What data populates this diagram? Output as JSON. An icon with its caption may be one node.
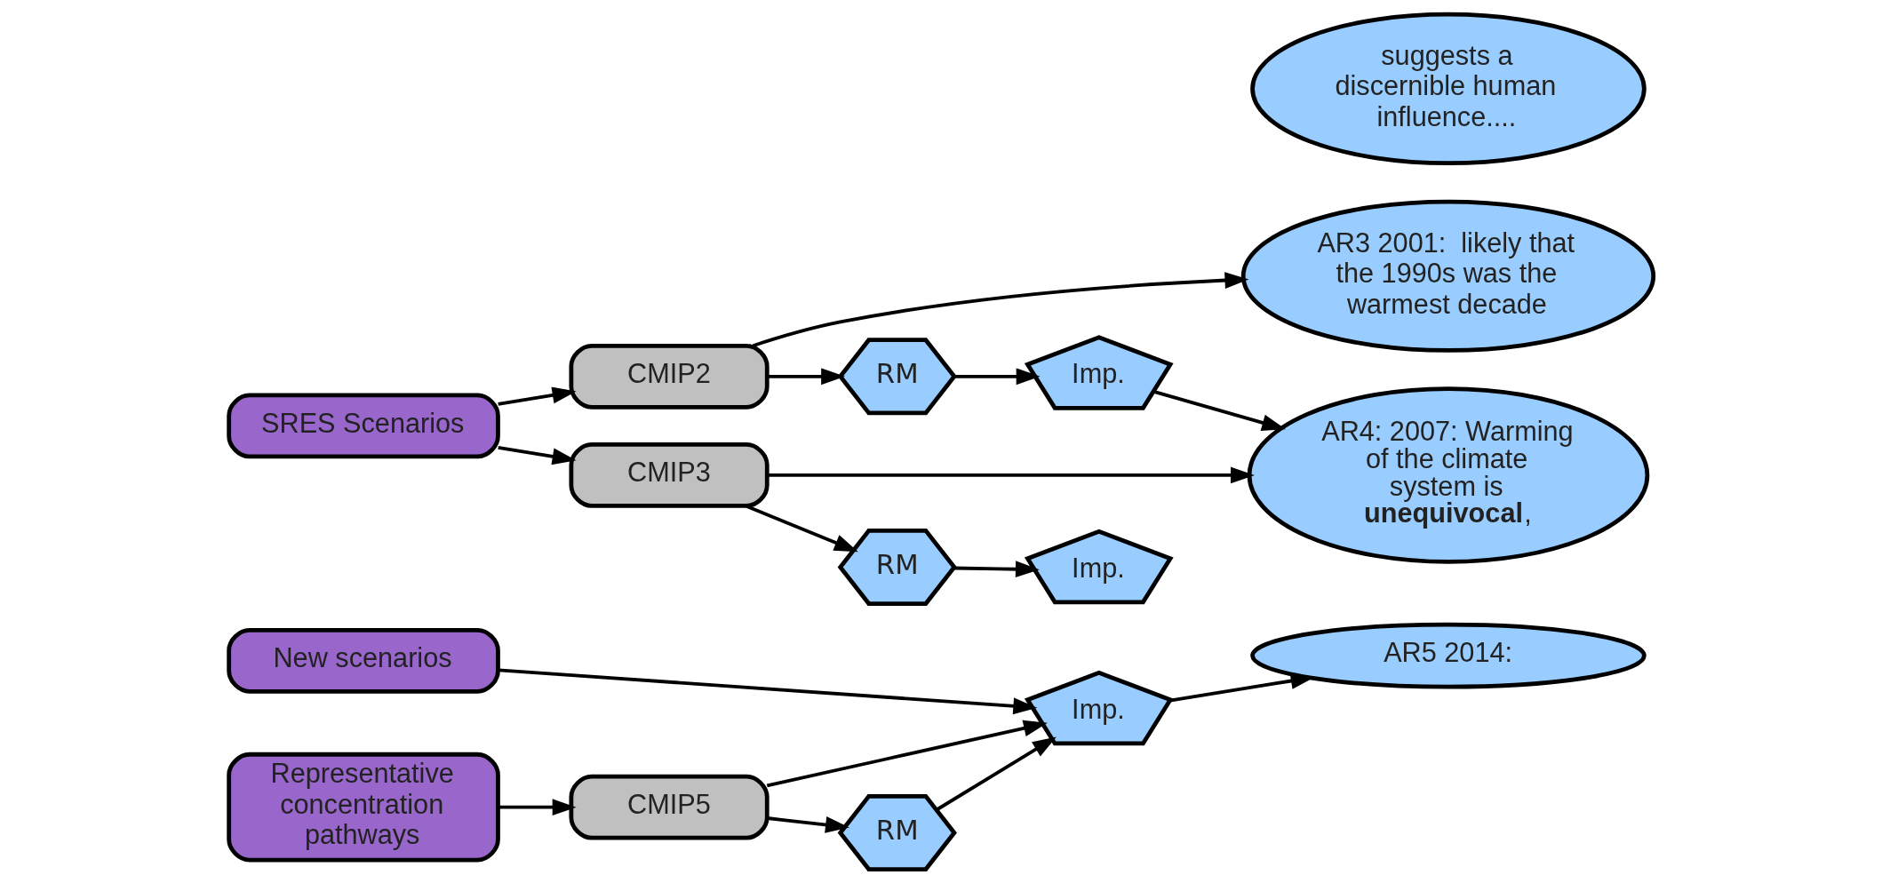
{
  "diagram": {
    "nodes": [
      {
        "text": [
          "SRES Scenarios"
        ]
      },
      {
        "text": [
          "Representative concentration pathways"
        ]
      },
      {
        "text": [
          "New scenarios"
        ]
      },
      {
        "text": [
          "CMIP2"
        ]
      },
      {
        "text": [
          "CMIP3"
        ]
      },
      {
        "text": [
          "CMIP5"
        ]
      },
      {
        "text": [
          "RM"
        ]
      },
      {
        "text": [
          "Imp."
        ]
      },
      {
        "text": [
          "RM"
        ]
      },
      {
        "text": [
          "Imp."
        ]
      },
      {
        "text": [
          "RM"
        ]
      },
      {
        "text": [
          "Imp."
        ]
      },
      {
        "text": [
          "suggests a discernible human influence...."
        ]
      },
      {
        "text": [
          "AR3 2001:  likely that the 1990s was the warmest decade"
        ]
      },
      {
        "text": [
          "AR4: 2007: Warming of the climate system is **unequivocal**,"
        ]
      },
      {
        "text": [
          "AR5 2014:"
        ]
      }
    ],
    "edges": [
      {
        "from": 0,
        "to": 3,
        "arrow": "to"
      },
      {
        "from": 0,
        "to": 4,
        "arrow": "to"
      },
      {
        "from": 3,
        "to": 6,
        "arrow": "to"
      },
      {
        "from": 6,
        "to": 7,
        "arrow": "to"
      },
      {
        "from": 3,
        "to": 13,
        "arrow": "to"
      },
      {
        "from": 4,
        "to": 8,
        "arrow": "to"
      },
      {
        "from": 8,
        "to": 9,
        "arrow": "to"
      },
      {
        "from": 4,
        "to": 14,
        "arrow": "to"
      },
      {
        "from": 7,
        "to": 14,
        "arrow": "to"
      },
      {
        "from": 1,
        "to": 5,
        "arrow": "to"
      },
      {
        "from": 5,
        "to": 10,
        "arrow": "to"
      },
      {
        "from": 10,
        "to": 11,
        "arrow": "to"
      },
      {
        "from": 5,
        "to": 11,
        "arrow": "to"
      },
      {
        "from": 2,
        "to": 11,
        "arrow": "to"
      },
      {
        "from": 11,
        "to": 15,
        "arrow": "to"
      }
    ]
  }
}
